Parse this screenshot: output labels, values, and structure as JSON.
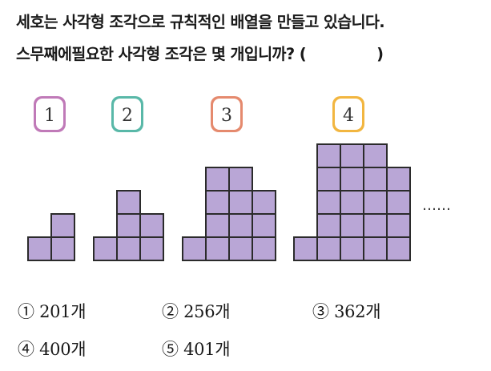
{
  "question": {
    "line1": "세호는 사각형 조각으로 규칙적인 배열을 만들고 있습니다.",
    "line2": "스무째에필요한 사각형 조각은 몇 개입니까? (",
    "blank_close": ")"
  },
  "figure": {
    "stages": [
      {
        "label": "1",
        "badge_color": "#c07ab8",
        "columns": [
          1,
          2
        ]
      },
      {
        "label": "2",
        "badge_color": "#59b8a8",
        "columns": [
          1,
          3,
          2
        ]
      },
      {
        "label": "3",
        "badge_color": "#e58a6e",
        "columns": [
          1,
          4,
          4,
          3
        ]
      },
      {
        "label": "4",
        "badge_color": "#f2b640",
        "columns": [
          1,
          5,
          5,
          5,
          4
        ]
      }
    ],
    "square_fill": "#b9a6d6",
    "square_stroke": "#2b2b2b",
    "ellipsis": "……"
  },
  "choices": [
    {
      "num": "①",
      "text": "201개"
    },
    {
      "num": "②",
      "text": "256개"
    },
    {
      "num": "③",
      "text": "362개"
    },
    {
      "num": "④",
      "text": "400개"
    },
    {
      "num": "⑤",
      "text": "401개"
    }
  ]
}
